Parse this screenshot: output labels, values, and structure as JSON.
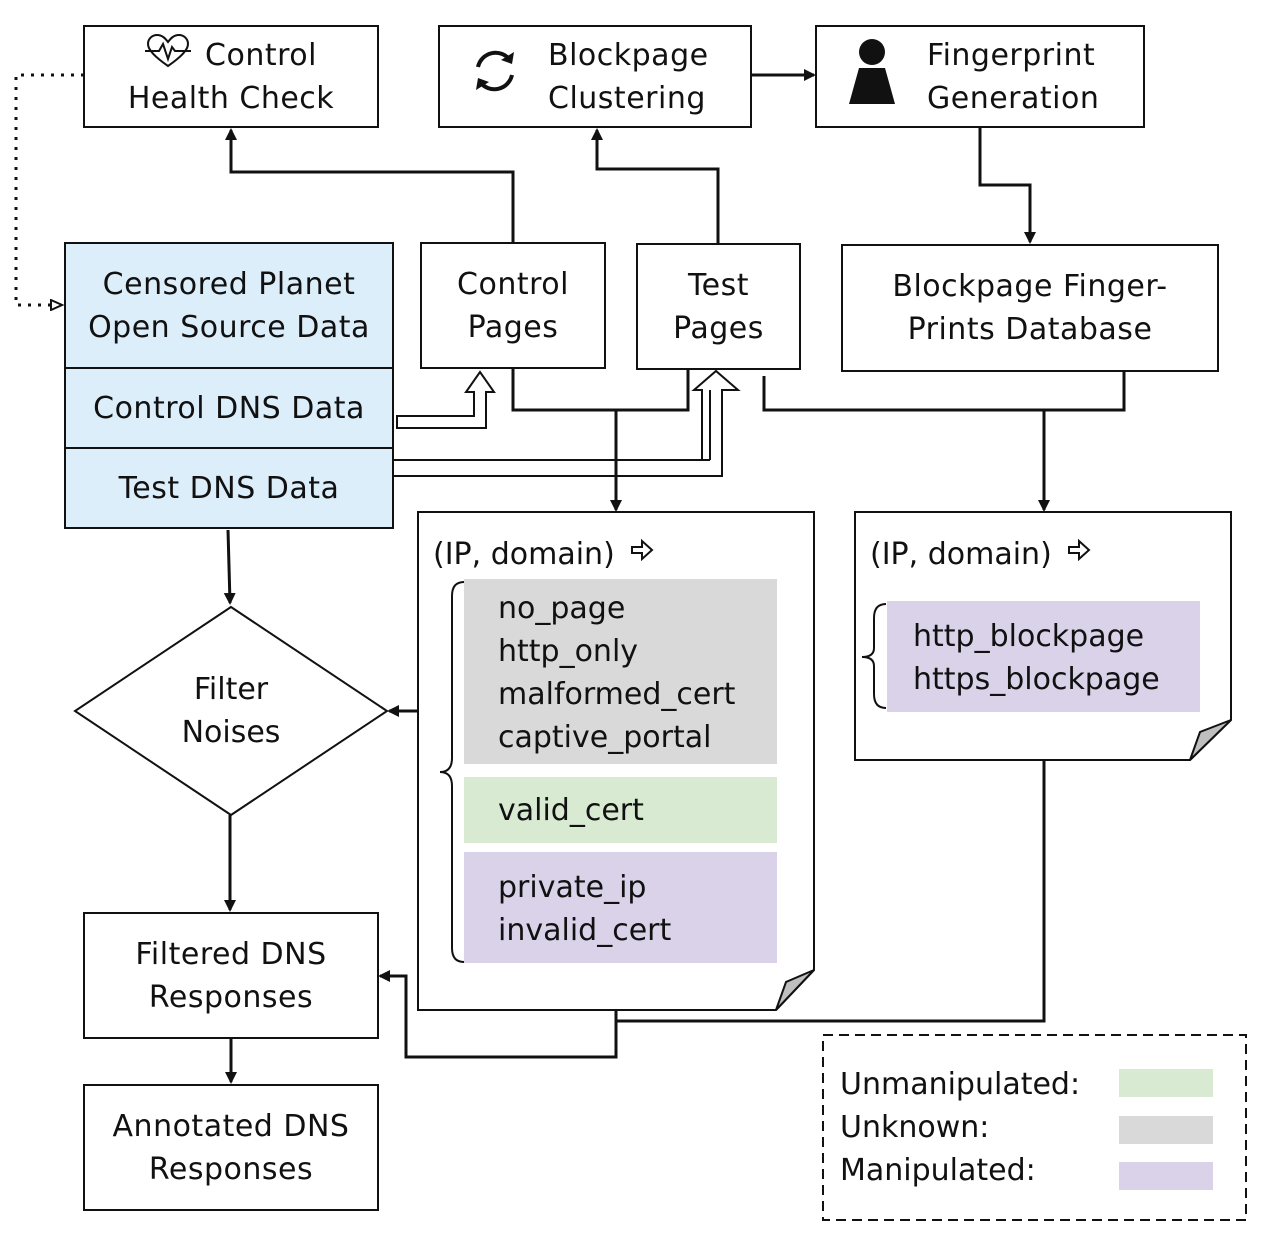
{
  "nodes": {
    "control_health_check": {
      "line1": "Control",
      "line2": "Health Check",
      "icon": "heartbeat-icon"
    },
    "blockpage_clustering": {
      "line1": "Blockpage",
      "line2": "Clustering",
      "icon": "refresh-cycle-icon"
    },
    "fingerprint_generation": {
      "line1": "Fingerprint",
      "line2": "Generation",
      "icon": "person-icon"
    },
    "censored_planet": {
      "line1": "Censored Planet",
      "line2": "Open Source Data"
    },
    "control_dns_data": {
      "label": "Control DNS Data"
    },
    "test_dns_data": {
      "label": "Test DNS Data"
    },
    "control_pages": {
      "line1": "Control",
      "line2": "Pages"
    },
    "test_pages": {
      "line1": "Test",
      "line2": "Pages"
    },
    "fingerprints_db": {
      "line1": "Blockpage Finger-",
      "line2": "Prints Database"
    },
    "filter_noises": {
      "line1": "Filter",
      "line2": "Noises"
    },
    "filtered_dns": {
      "line1": "Filtered DNS",
      "line2": "Responses"
    },
    "annotated_dns": {
      "line1": "Annotated DNS",
      "line2": "Responses"
    }
  },
  "note_left": {
    "header": "(IP, domain)",
    "header_icon": "arrow-right-outline-icon",
    "unknown": [
      "no_page",
      "http_only",
      "malformed_cert",
      "captive_portal"
    ],
    "unmanipulated": [
      "valid_cert"
    ],
    "manipulated": [
      "private_ip",
      "invalid_cert"
    ]
  },
  "note_right": {
    "header": "(IP, domain)",
    "header_icon": "arrow-right-outline-icon",
    "manipulated": [
      "http_blockpage",
      "https_blockpage"
    ]
  },
  "legend": {
    "unmanipulated": "Unmanipulated:",
    "unknown": "Unknown:",
    "manipulated": "Manipulated:"
  },
  "colors": {
    "source_fill": "#ddeefb",
    "unknown": "#d9d9d9",
    "unmanipulated": "#d9ead3",
    "manipulated": "#d9d2e9",
    "stroke": "#111111"
  }
}
